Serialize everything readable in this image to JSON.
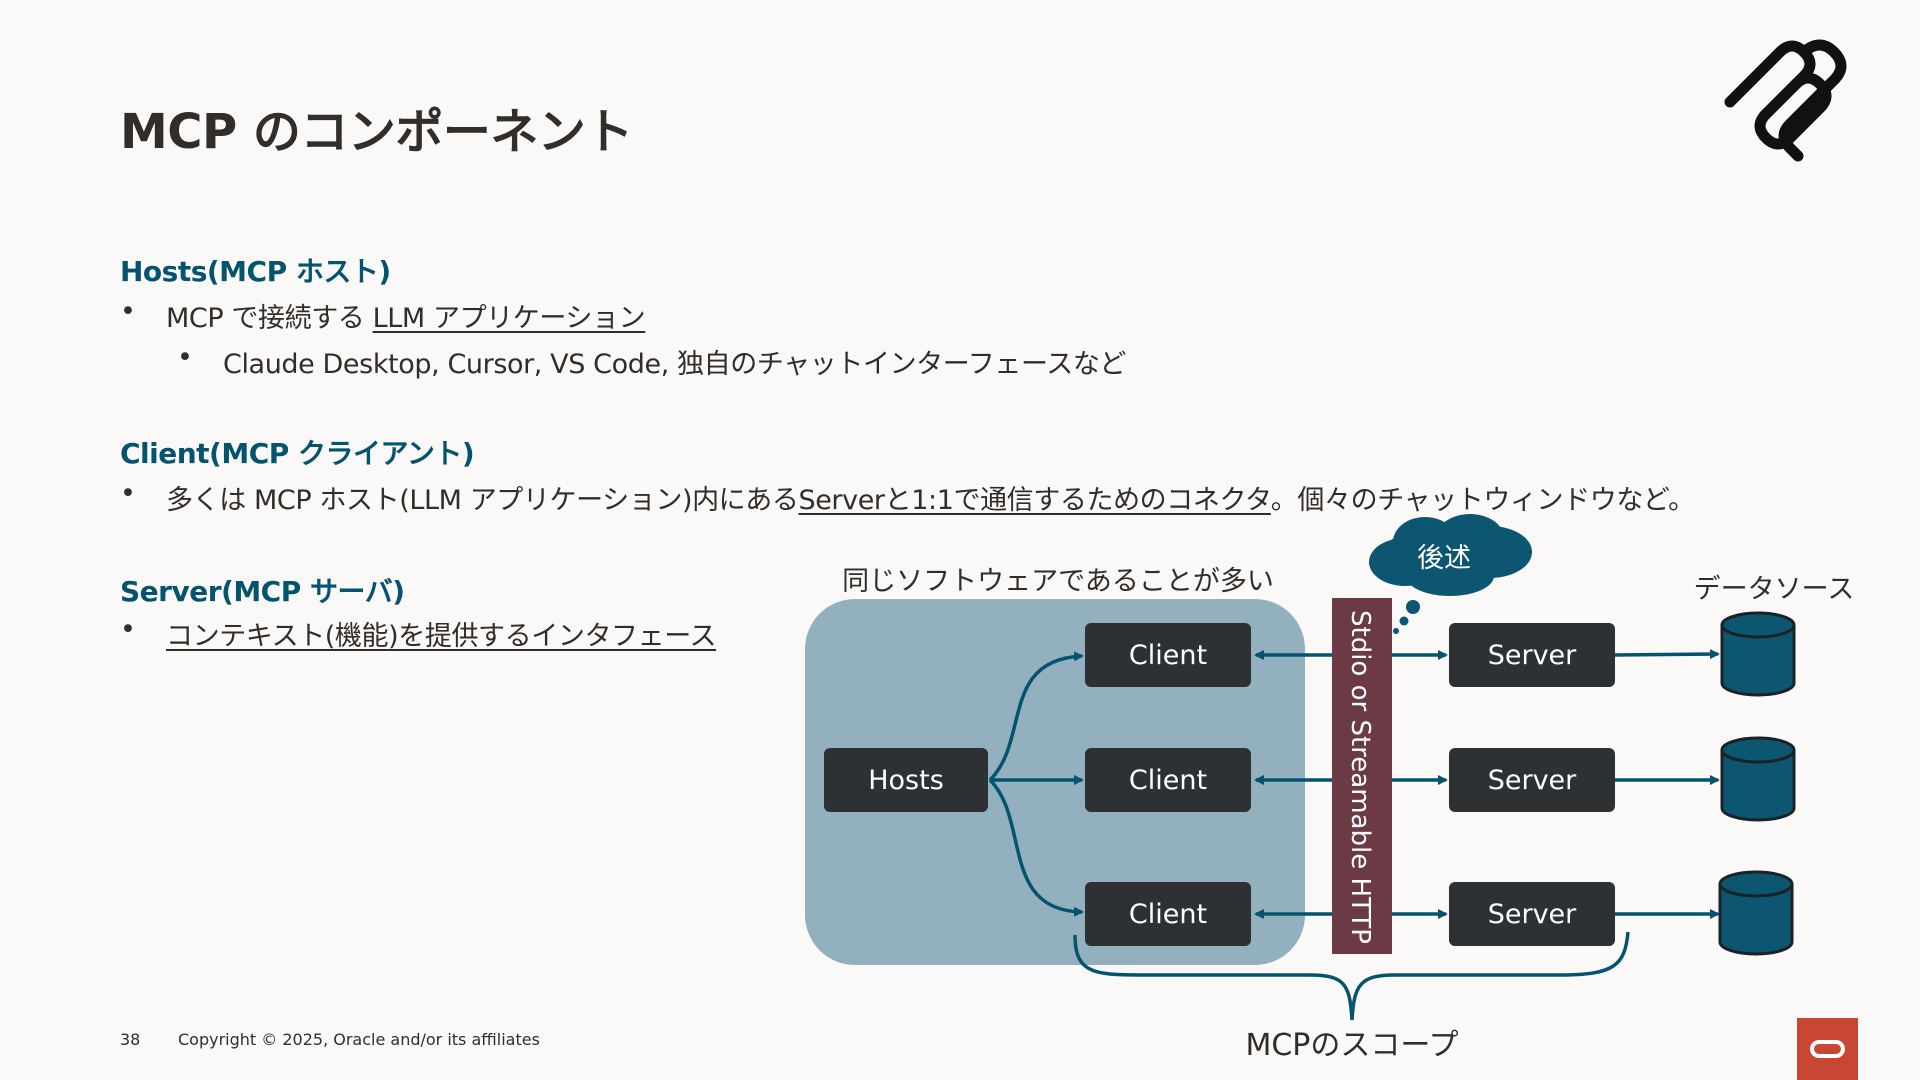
{
  "slide": {
    "title": "MCP のコンポーネント",
    "page_number": "38",
    "copyright": "Copyright © 2025, Oracle and/or its affiliates"
  },
  "sections": {
    "hosts": {
      "heading": "Hosts(MCP ホスト)",
      "bullet1_prefix": "MCP で接続する ",
      "bullet1_link": "LLM アプリケーション",
      "sub_bullet": "Claude Desktop, Cursor, VS Code, 独自のチャットインターフェースなど"
    },
    "client": {
      "heading": "Client(MCP クライアント)",
      "bullet_prefix": "多くは MCP ホスト(LLM アプリケーション)内にある",
      "bullet_link": "Serverと1:1で通信するためのコネクタ",
      "bullet_suffix": "。個々のチャットウィンドウなど。"
    },
    "server": {
      "heading": "Server(MCP サーバ)",
      "bullet_link": "コンテキスト(機能)を提供するインタフェース"
    }
  },
  "diagram": {
    "same_software_label": "同じソフトウェアであることが多い",
    "hosts_label": "Hosts",
    "clients": [
      "Client",
      "Client",
      "Client"
    ],
    "transport_label": "Stdio or Streamable HTTP",
    "servers": [
      "Server",
      "Server",
      "Server"
    ],
    "data_source_label": "データソース",
    "cloud_label": "後述",
    "scope_label": "MCPのスコープ",
    "colors": {
      "host_region": "#92B0BE",
      "box": "#2D3133",
      "transport": "#6B3A45",
      "arrow": "#04536F",
      "database": "#0D5672",
      "heading": "#04536F",
      "oracle_red": "#C74634"
    }
  }
}
